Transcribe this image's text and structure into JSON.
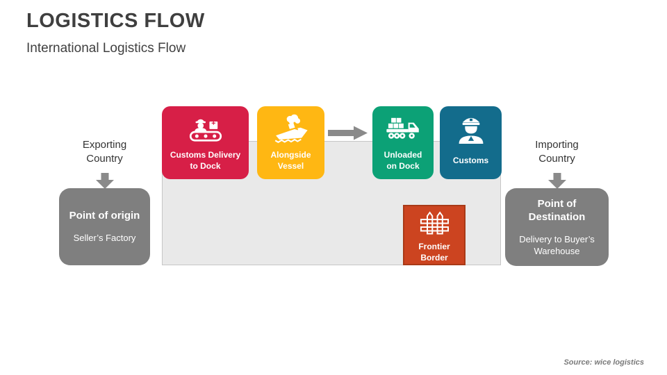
{
  "slide": {
    "title": "LOGISTICS FLOW",
    "subtitle": "International Logistics Flow",
    "source": "Source: wice logistics"
  },
  "colors": {
    "crimson": "#D71F47",
    "amber": "#FFB713",
    "green": "#0CA176",
    "teal": "#136C8C",
    "orange": "#CC4420",
    "gray_box": "#7F7F7F",
    "panel": "#E9E9E9",
    "arrow": "#8A8A8A"
  },
  "left": {
    "country_label": "Exporting\nCountry",
    "box_title": "Point of origin",
    "box_subtitle": "Seller’s Factory"
  },
  "right": {
    "country_label": "Importing\nCountry",
    "box_title": "Point of\nDestination",
    "box_subtitle": "Delivery to Buyer’s\nWarehouse"
  },
  "steps": [
    {
      "label": "Customs Delivery\nto Dock",
      "icon": "customs-conveyor-icon",
      "color": "#D71F47"
    },
    {
      "label": "Alongside\nVessel",
      "icon": "vessel-icon",
      "color": "#FFB713"
    },
    {
      "label": "Unloaded\non Dock",
      "icon": "cargo-truck-icon",
      "color": "#0CA176"
    },
    {
      "label": "Customs",
      "icon": "customs-officer-icon",
      "color": "#136C8C"
    }
  ],
  "frontier": {
    "label": "Frontier\nBorder",
    "icon": "fence-icon"
  }
}
